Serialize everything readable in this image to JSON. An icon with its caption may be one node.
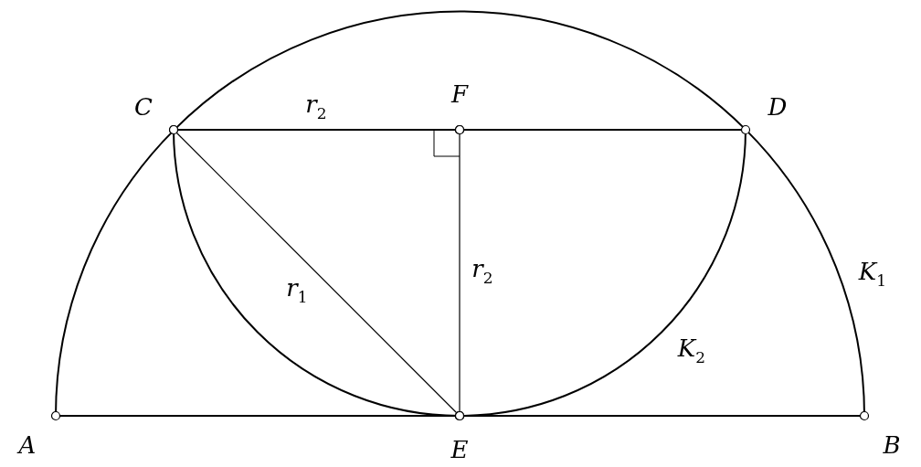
{
  "diagram": {
    "nodes": [
      {
        "text": [
          "C"
        ]
      },
      {
        "text": [
          "F"
        ]
      },
      {
        "text": [
          "D"
        ]
      },
      {
        "text": [
          "A"
        ]
      },
      {
        "text": [
          "E"
        ]
      },
      {
        "text": [
          "B"
        ]
      }
    ],
    "edges": [
      {
        "from": 3,
        "to": 4,
        "arrow": "other"
      },
      {
        "from": 4,
        "to": 5,
        "arrow": "other"
      },
      {
        "from": 0,
        "to": 1,
        "arrow": "other",
        "label": "r$_{2}$"
      },
      {
        "from": 1,
        "to": 2,
        "arrow": "other"
      },
      {
        "from": 0,
        "to": 4,
        "arrow": "other",
        "label": "r$_{1}$"
      },
      {
        "from": 1,
        "to": 4,
        "arrow": "other",
        "label": "r$_{2}$"
      }
    ],
    "labels": [
      "K$_{1}$",
      "K$_{2}$"
    ]
  }
}
